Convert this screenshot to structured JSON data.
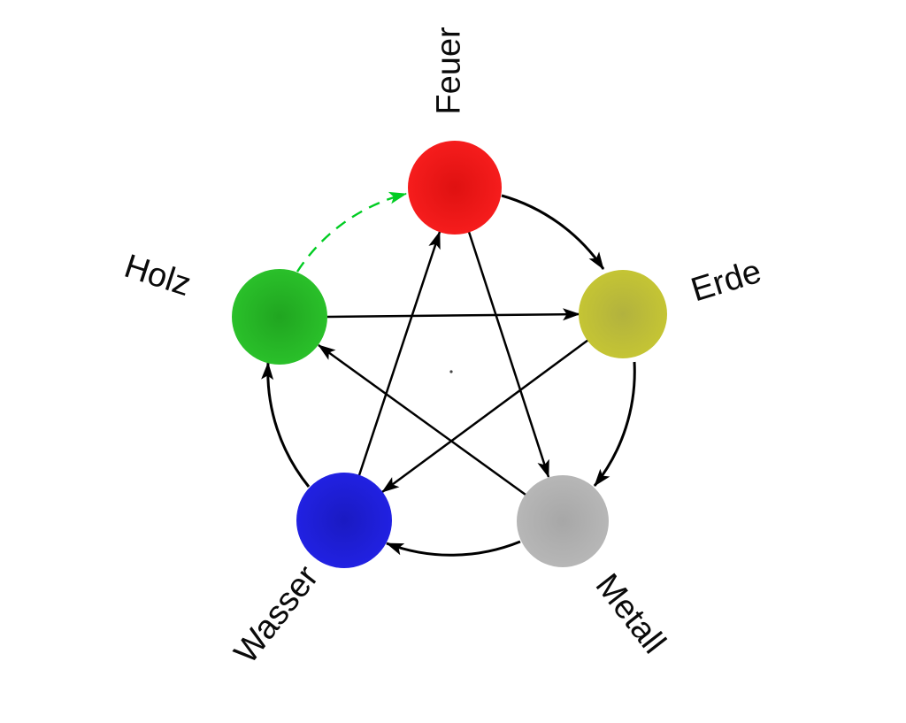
{
  "diagram": {
    "nodes": [
      {
        "id": "feuer",
        "label": "Feuer",
        "color_center": "#df1111",
        "color_edge": "#ff2121"
      },
      {
        "id": "erde",
        "label": "Erde",
        "color_center": "#b2b23e",
        "color_edge": "#cccc30"
      },
      {
        "id": "metall",
        "label": "Metall",
        "color_center": "#a7a7a7",
        "color_edge": "#bdbdbd"
      },
      {
        "id": "wasser",
        "label": "Wasser",
        "color_center": "#1a1ac2",
        "color_edge": "#2424ef"
      },
      {
        "id": "holz",
        "label": "Holz",
        "color_center": "#20a520",
        "color_edge": "#2ecb2e"
      }
    ],
    "colors": {
      "arrow": "#000000",
      "highlight": "#00cc22",
      "label": "#0a0a0a"
    },
    "edges": {
      "outer_cycle": [
        {
          "from": "Feuer",
          "to": "Erde",
          "style": "solid-black-arc"
        },
        {
          "from": "Erde",
          "to": "Metall",
          "style": "solid-black-arc"
        },
        {
          "from": "Metall",
          "to": "Wasser",
          "style": "solid-black-arc"
        },
        {
          "from": "Wasser",
          "to": "Holz",
          "style": "solid-black-arc"
        },
        {
          "from": "Holz",
          "to": "Feuer",
          "style": "dashed-green-arc"
        }
      ],
      "star_cycle": [
        {
          "from": "Feuer",
          "to": "Metall",
          "style": "solid-black-line"
        },
        {
          "from": "Metall",
          "to": "Holz",
          "style": "solid-black-line"
        },
        {
          "from": "Holz",
          "to": "Erde",
          "style": "solid-black-line"
        },
        {
          "from": "Erde",
          "to": "Wasser",
          "style": "solid-black-line"
        },
        {
          "from": "Wasser",
          "to": "Feuer",
          "style": "solid-black-line"
        }
      ]
    }
  }
}
